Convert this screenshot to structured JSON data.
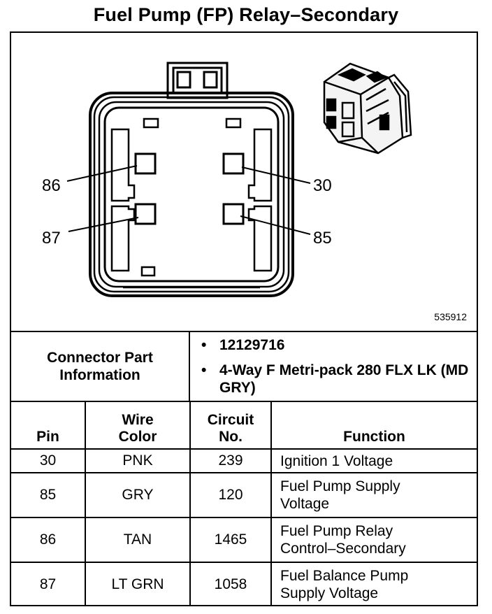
{
  "title": "Fuel Pump (FP) Relay–Secondary",
  "figure": {
    "pin_labels": {
      "p86": "86",
      "p30": "30",
      "p87": "87",
      "p85": "85"
    },
    "figure_id": "535912",
    "icons": [
      "relay-connector-face-icon",
      "connector-isometric-icon"
    ]
  },
  "connector_info": {
    "label": "Connector Part Information",
    "items": [
      "12129716",
      "4-Way F Metri-pack 280 FLX LK (MD GRY)"
    ],
    "bullet": "•"
  },
  "table": {
    "headers": {
      "pin": "Pin",
      "wire_color": "Wire Color",
      "circuit": "Circuit No.",
      "function": "Function"
    },
    "rows": [
      {
        "pin": "30",
        "wire_color": "PNK",
        "circuit": "239",
        "function": "Ignition 1 Voltage"
      },
      {
        "pin": "85",
        "wire_color": "GRY",
        "circuit": "120",
        "function": "Fuel Pump Supply Voltage"
      },
      {
        "pin": "86",
        "wire_color": "TAN",
        "circuit": "1465",
        "function": "Fuel Pump Relay Control–Secondary"
      },
      {
        "pin": "87",
        "wire_color": "LT GRN",
        "circuit": "1058",
        "function": "Fuel Balance Pump Supply Voltage"
      }
    ]
  }
}
